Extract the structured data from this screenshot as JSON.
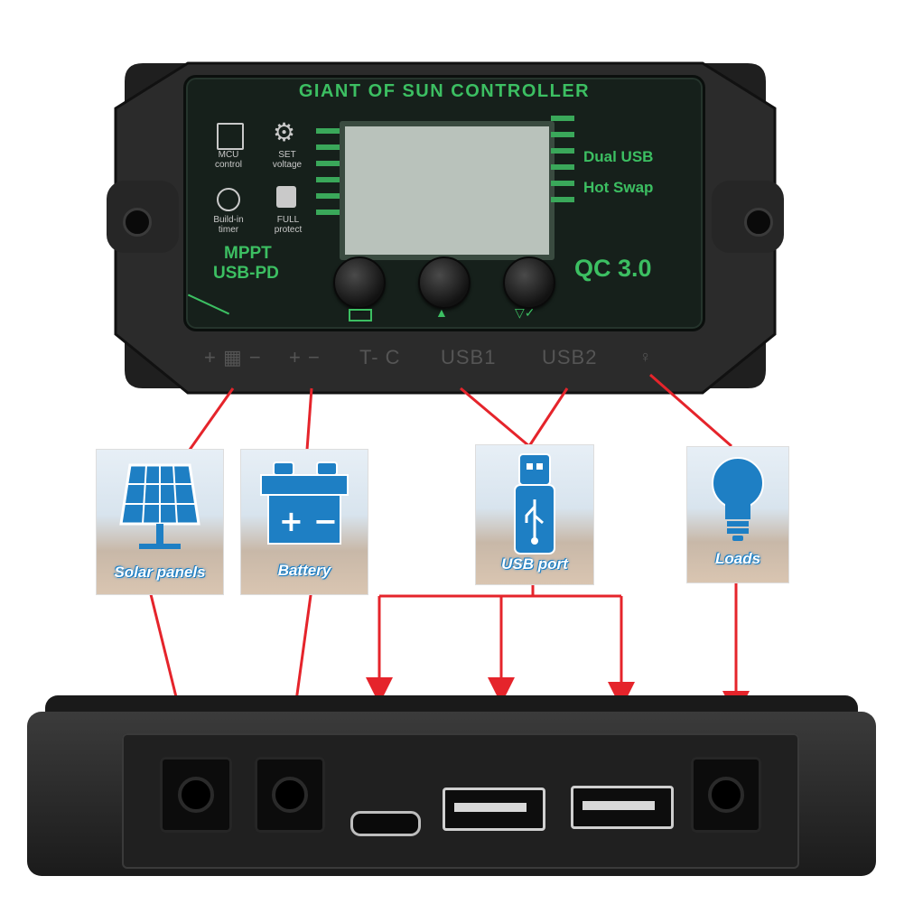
{
  "controller": {
    "title": "GIANT OF SUN CONTROLLER",
    "features": {
      "mcu": "MCU\ncontrol",
      "set": "SET\nvoltage",
      "timer": "Build-in\ntimer",
      "protect": "FULL\nprotect"
    },
    "mode_top": "MPPT",
    "mode_bottom": "USB-PD",
    "right_line1": "Dual USB",
    "right_line2": "Hot Swap",
    "qc": "QC 3.0",
    "port_labels": {
      "solar": "+ ▦ −",
      "battery": "+ −",
      "typec": "T- C",
      "usb1": "USB1",
      "usb2": "USB2"
    }
  },
  "cards": {
    "solar": "Solar panels",
    "battery": "Battery",
    "usb": "USB port",
    "loads": "Loads"
  },
  "colors": {
    "accent_green": "#3cbf62",
    "arrow_red": "#e5242b",
    "icon_blue": "#1e7fc4"
  }
}
